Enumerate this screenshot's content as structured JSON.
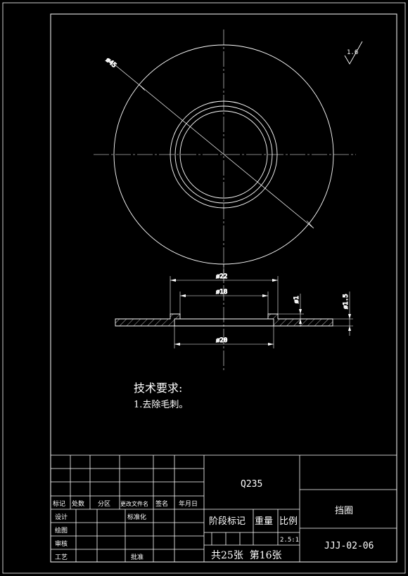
{
  "drawing": {
    "dimensions": {
      "outer_diameter": "ø45",
      "step_diameter": "ø22",
      "bore_diameter": "ø18",
      "bottom_diameter": "ø20",
      "step_depth": "ø1",
      "plate_thickness": "ø1.5"
    },
    "roughness_value": "1.6",
    "tech_requirements": {
      "heading": "技术要求:",
      "item_1": "1.去除毛刺。"
    }
  },
  "title_block": {
    "material": "Q235",
    "part_name": "挡圈",
    "drawing_number": "JJJ-02-06",
    "scale": "2.5:1",
    "sheet_info": "共25张  第16张",
    "header_labels": {
      "stage_mark": "阶段标记",
      "weight": "重量",
      "scale_label": "比例"
    },
    "revision_labels": [
      "标记",
      "处数",
      "分区",
      "更改文件名",
      "签名",
      "年月日"
    ],
    "role_labels": {
      "design": "设计",
      "standardization": "标准化",
      "drafting": "绘图",
      "review": "审核",
      "process": "工艺",
      "approval": "批准"
    }
  },
  "colors": {
    "background": "#000000",
    "line": "#ffffff"
  }
}
